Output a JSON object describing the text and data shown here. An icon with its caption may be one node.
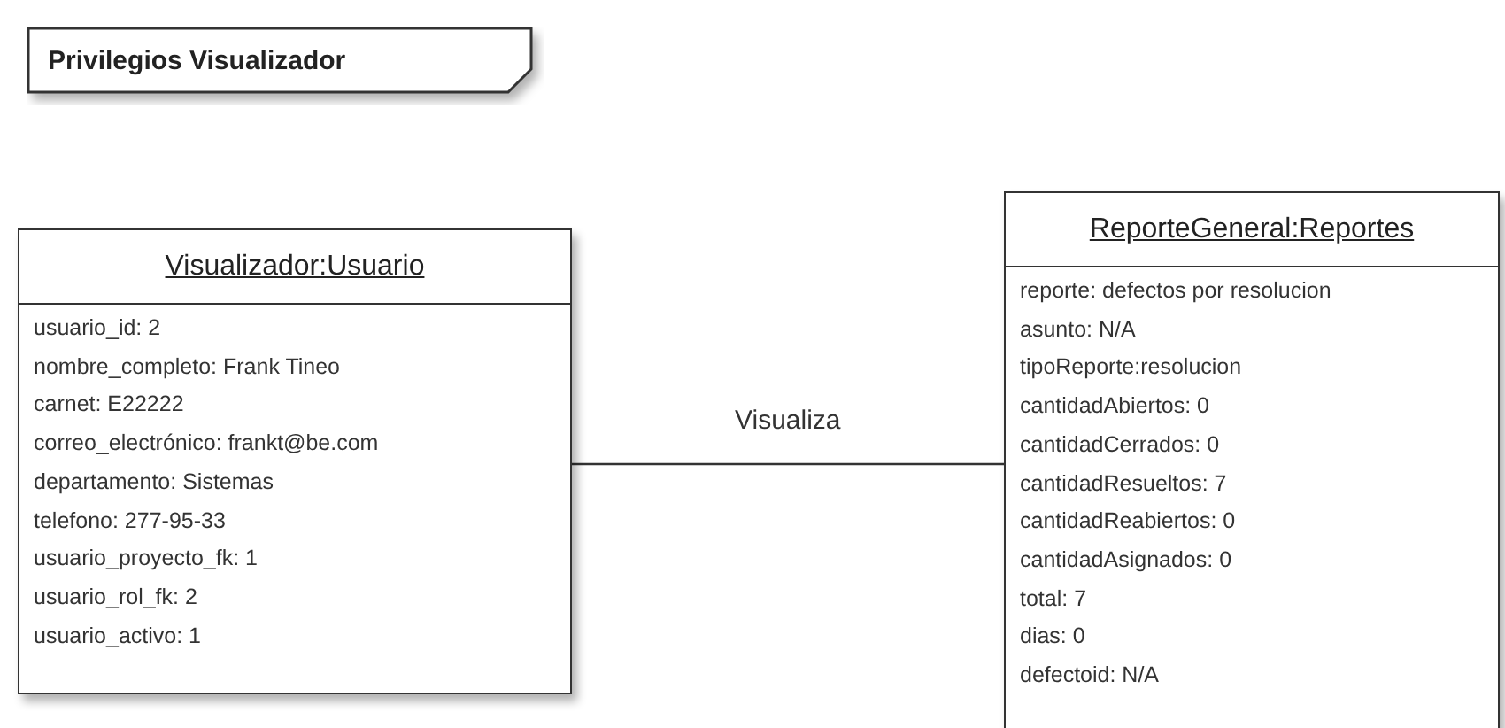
{
  "diagram": {
    "nodes": [
      {
        "text": [
          "Privilegios Visualizador"
        ]
      },
      {
        "text": [
          "Visualizador:Usuario",
          "usuario_id: 2",
          "nombre_completo: Frank Tineo",
          "carnet: E22222",
          "correo_electrónico: frankt@be.com",
          "departamento: Sistemas",
          "telefono: 277-95-33",
          "usuario_proyecto_fk: 1",
          "usuario_rol_fk: 2",
          "usuario_activo: 1"
        ]
      },
      {
        "text": [
          "ReporteGeneral:Reportes",
          "reporte: defectos por resolucion",
          "asunto: N/A",
          "tipoReporte:resolucion",
          "cantidadAbiertos: 0",
          "cantidadCerrados: 0",
          "cantidadResueltos: 7",
          "cantidadReabiertos: 0",
          "cantidadAsignados: 0",
          "total: 7",
          "dias: 0",
          "defectoid: N/A"
        ]
      }
    ],
    "edges": [
      {
        "from": 1,
        "to": 2,
        "arrow": "none",
        "label": "Visualiza"
      }
    ]
  }
}
